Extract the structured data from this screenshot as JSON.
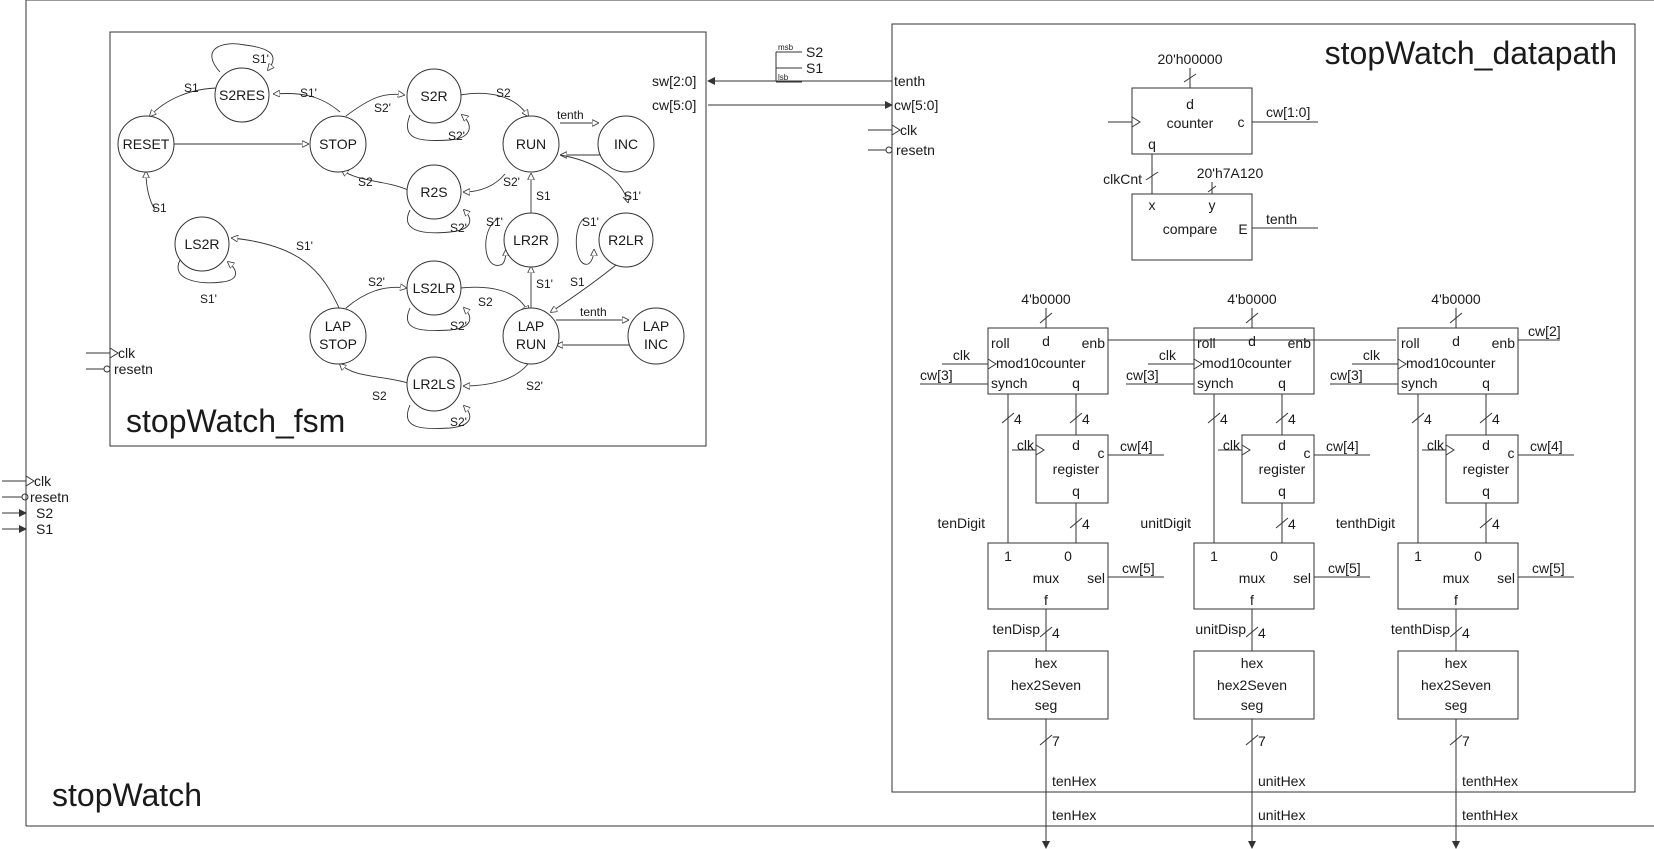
{
  "top": {
    "title": "stopWatch",
    "ports": [
      "clk",
      "resetn",
      "S2",
      "S1"
    ]
  },
  "fsm": {
    "title": "stopWatch_fsm",
    "ports": [
      "clk",
      "resetn"
    ],
    "states": {
      "s2res": "S2RES",
      "reset": "RESET",
      "stop": "STOP",
      "s2r": "S2R",
      "run": "RUN",
      "inc": "INC",
      "r2s": "R2S",
      "lr2r": "LR2R",
      "r2lr": "R2LR",
      "ls2r": "LS2R",
      "ls2lr": "LS2LR",
      "lapstop1": "LAP",
      "lapstop2": "STOP",
      "laprun1": "LAP",
      "laprun2": "RUN",
      "lapinc1": "LAP",
      "lapinc2": "INC",
      "lr2ls": "LR2LS"
    },
    "labels": {
      "l1": "S1'",
      "l2": "S1",
      "l3": "S1'",
      "l4": "S2",
      "l5": "S2'",
      "l6": "S2'",
      "l7": "tenth",
      "l8": "S2",
      "l9": "S2'",
      "l10": "S2'",
      "l11": "S1",
      "l12": "S1'",
      "l13": "S1'",
      "l14": "S1'",
      "l15": "S1",
      "l16": "S1'",
      "l17": "S1'",
      "l18": "S2'",
      "l19": "S2",
      "l20": "S2'",
      "l21": "S1'",
      "l22": "S1",
      "l23": "tenth",
      "l24": "S2",
      "l25": "S2'",
      "l26": "S2'"
    }
  },
  "bus": {
    "msb": "msb",
    "lsb": "lsb",
    "s2": "S2",
    "s1": "S1",
    "sw": "sw[2:0]",
    "cw_out": "cw[5:0]",
    "tenth": "tenth"
  },
  "dp": {
    "title": "stopWatch_datapath",
    "ports": {
      "cw": "cw[5:0]",
      "clk": "clk",
      "resetn": "resetn"
    },
    "counter": {
      "init": "20'h00000",
      "d": "d",
      "name": "counter",
      "c": "c",
      "q": "q",
      "out": "cw[1:0]",
      "cnt": "clkCnt"
    },
    "compare": {
      "init": "20'h7A120",
      "x": "x",
      "y": "y",
      "name": "compare",
      "e": "E",
      "out": "tenth"
    },
    "digits": [
      {
        "init": "4'b0000",
        "roll": "roll",
        "d": "d",
        "enb": "enb",
        "clk": "clk",
        "name": "mod10counter",
        "cw_in": "cw[3]",
        "synch": "synch",
        "q": "q",
        "bw1": "4",
        "bw2": "4",
        "reg_clk": "clk",
        "reg_d": "d",
        "reg_c": "c",
        "reg_name": "register",
        "reg_q": "q",
        "reg_cw": "cw[4]",
        "digit_label": "tenDigit",
        "bw3": "4",
        "mux1": "1",
        "mux0": "0",
        "mux_name": "mux",
        "sel": "sel",
        "sel_cw": "cw[5]",
        "f": "f",
        "disp": "tenDisp",
        "bw4": "4",
        "hex": "hex",
        "hex_name1": "hex2Seven",
        "hex_name2": "seg",
        "bw5": "7",
        "out1": "tenHex",
        "out2": "tenHex",
        "enb_out": ""
      },
      {
        "init": "4'b0000",
        "roll": "roll",
        "d": "d",
        "enb": "enb",
        "clk": "clk",
        "name": "mod10counter",
        "cw_in": "cw[3]",
        "synch": "synch",
        "q": "q",
        "bw1": "4",
        "bw2": "4",
        "reg_clk": "clk",
        "reg_d": "d",
        "reg_c": "c",
        "reg_name": "register",
        "reg_q": "q",
        "reg_cw": "cw[4]",
        "digit_label": "unitDigit",
        "bw3": "4",
        "mux1": "1",
        "mux0": "0",
        "mux_name": "mux",
        "sel": "sel",
        "sel_cw": "cw[5]",
        "f": "f",
        "disp": "unitDisp",
        "bw4": "4",
        "hex": "hex",
        "hex_name1": "hex2Seven",
        "hex_name2": "seg",
        "bw5": "7",
        "out1": "unitHex",
        "out2": "unitHex",
        "enb_out": ""
      },
      {
        "init": "4'b0000",
        "roll": "roll",
        "d": "d",
        "enb": "enb",
        "clk": "clk",
        "name": "mod10counter",
        "cw_in": "cw[3]",
        "synch": "synch",
        "q": "q",
        "bw1": "4",
        "bw2": "4",
        "reg_clk": "clk",
        "reg_d": "d",
        "reg_c": "c",
        "reg_name": "register",
        "reg_q": "q",
        "reg_cw": "cw[4]",
        "digit_label": "tenthDigit",
        "bw3": "4",
        "mux1": "1",
        "mux0": "0",
        "mux_name": "mux",
        "sel": "sel",
        "sel_cw": "cw[5]",
        "f": "f",
        "disp": "tenthDisp",
        "bw4": "4",
        "hex": "hex",
        "hex_name1": "hex2Seven",
        "hex_name2": "seg",
        "bw5": "7",
        "out1": "tenthHex",
        "out2": "tenthHex",
        "enb_out": "cw[2]"
      }
    ]
  }
}
